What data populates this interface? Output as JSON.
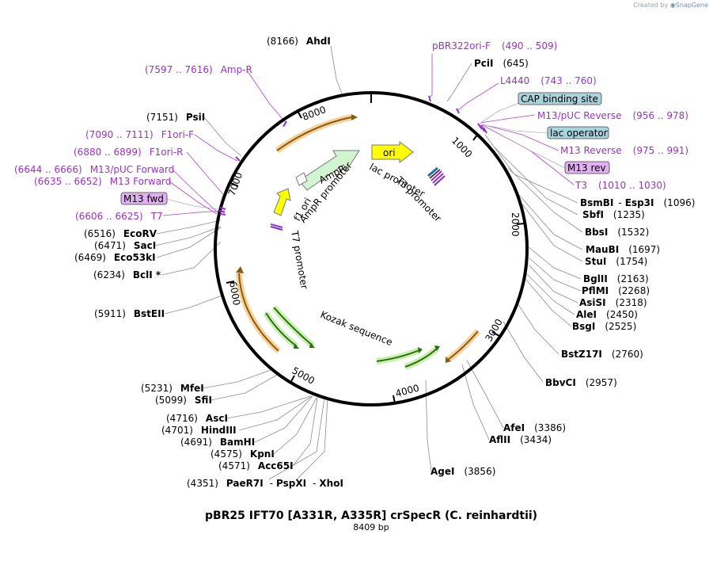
{
  "credit": {
    "prefix": "Created by",
    "brand": "SnapGene"
  },
  "title": "pBR25 IFT70 [A331R, A335R] crSpecR (C. reinhardtii)",
  "subtitle": "8409 bp",
  "colors": {
    "backbone": "#000000",
    "primer": "#9b30c8",
    "enzyme_line": "#8c8c8c",
    "primer_line": "#b040d0",
    "box_lac": "#a9d3dd",
    "box_m13": "#e0b0f0",
    "ori": "#ffff00",
    "ampr": "#d0f5d0",
    "f1ori": "#ffff00",
    "orange": "#e08a10",
    "green": "#2e8b1e"
  },
  "ticks": [
    "1000",
    "2000",
    "3000",
    "4000",
    "5000",
    "6000",
    "7000",
    "8000"
  ],
  "enzymes": [
    {
      "name": "AhdI",
      "pos": "(8166)"
    },
    {
      "name": "PciI",
      "pos": "(645)"
    },
    {
      "name": "BsmBI",
      "sep": "-",
      "name2": "Esp3I",
      "pos": "(1096)"
    },
    {
      "name": "SbfI",
      "pos": "(1235)"
    },
    {
      "name": "BbsI",
      "pos": "(1532)"
    },
    {
      "name": "MauBI",
      "pos": "(1697)"
    },
    {
      "name": "StuI",
      "pos": "(1754)"
    },
    {
      "name": "BglII",
      "pos": "(2163)"
    },
    {
      "name": "PflMI",
      "pos": "(2268)"
    },
    {
      "name": "AsiSI",
      "pos": "(2318)"
    },
    {
      "name": "AleI",
      "pos": "(2450)"
    },
    {
      "name": "BsgI",
      "pos": "(2525)"
    },
    {
      "name": "BstZ17I",
      "pos": "(2760)"
    },
    {
      "name": "BbvCI",
      "pos": "(2957)"
    },
    {
      "name": "AfeI",
      "pos": "(3386)"
    },
    {
      "name": "AflII",
      "pos": "(3434)"
    },
    {
      "name": "AgeI",
      "pos": "(3856)"
    },
    {
      "name": "PsiI",
      "pos": "(7151)"
    },
    {
      "name": "EcoRV",
      "pos": "(6516)"
    },
    {
      "name": "SacI",
      "pos": "(6471)"
    },
    {
      "name": "Eco53kI",
      "pos": "(6469)"
    },
    {
      "name": "BclI *",
      "pos": "(6234)"
    },
    {
      "name": "BstEII",
      "pos": "(5911)"
    },
    {
      "name": "MfeI",
      "pos": "(5231)"
    },
    {
      "name": "SfiI",
      "pos": "(5099)"
    },
    {
      "name": "AscI",
      "pos": "(4716)"
    },
    {
      "name": "HindIII",
      "pos": "(4701)"
    },
    {
      "name": "BamHI",
      "pos": "(4691)"
    },
    {
      "name": "KpnI",
      "pos": "(4575)"
    },
    {
      "name": "Acc65I",
      "pos": "(4571)"
    },
    {
      "name": "PaeR7I",
      "sep": "-",
      "name2": "PspXI",
      "sep2": "-",
      "name3": "XhoI",
      "pos": "(4351)"
    }
  ],
  "primers": [
    {
      "name": "pBR322ori-F",
      "pos": "(490 .. 509)"
    },
    {
      "name": "L4440",
      "pos": "(743 .. 760)"
    },
    {
      "name": "M13/pUC Reverse",
      "pos": "(956 .. 978)"
    },
    {
      "name": "M13 Reverse",
      "pos": "(975 .. 991)"
    },
    {
      "name": "T3",
      "pos": "(1010 .. 1030)"
    },
    {
      "name": "Amp-R",
      "pos": "(7597 .. 7616)"
    },
    {
      "name": "F1ori-F",
      "pos": "(7090 .. 7111)"
    },
    {
      "name": "F1ori-R",
      "pos": "(6880 .. 6899)"
    },
    {
      "name": "M13/pUC Forward",
      "pos": "(6644 .. 6666)"
    },
    {
      "name": "M13 Forward",
      "pos": "(6635 .. 6652)"
    },
    {
      "name": "T7",
      "pos": "(6606 .. 6625)"
    }
  ],
  "boxed_features": [
    {
      "name": "CAP binding site",
      "kind": "lac"
    },
    {
      "name": "lac operator",
      "kind": "lac"
    },
    {
      "name": "M13 rev",
      "kind": "m13"
    },
    {
      "name": "M13 fwd",
      "kind": "m13"
    }
  ],
  "inner_features": [
    {
      "name": "ori"
    },
    {
      "name": "AmpR"
    },
    {
      "name": "AmpR promoter"
    },
    {
      "name": "f1 ori"
    },
    {
      "name": "lac promoter"
    },
    {
      "name": "T3 promoter"
    },
    {
      "name": "T7 promoter"
    },
    {
      "name": "Kozak sequence"
    }
  ]
}
